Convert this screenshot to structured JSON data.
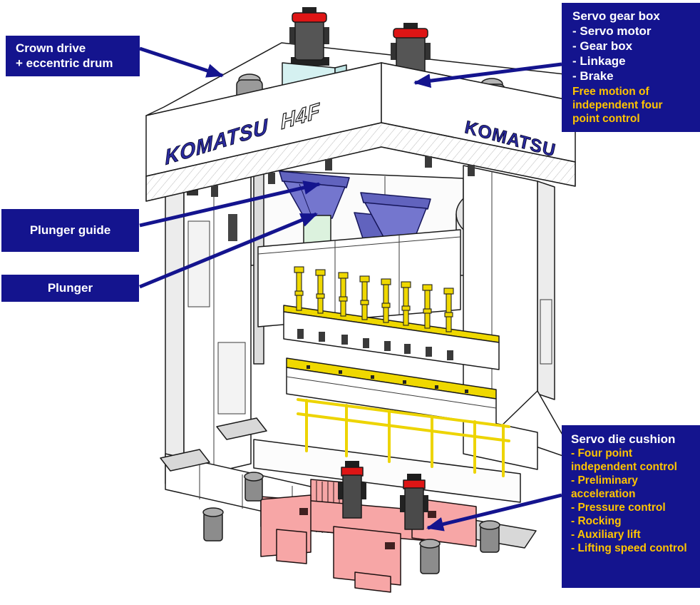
{
  "machine": {
    "logo": "KOMATSU",
    "model": "H4F",
    "logo_right": "KOMATSU"
  },
  "callouts": {
    "crown_drive": {
      "line1": "Crown drive",
      "line2": "+ eccentric drum"
    },
    "servo_gear_box": {
      "title": "Servo gear box",
      "items": [
        "- Servo motor",
        "- Gear box",
        "- Linkage",
        "- Brake"
      ],
      "note": "Free motion of independent four point control"
    },
    "plunger_guide": {
      "text": "Plunger guide"
    },
    "plunger": {
      "text": "Plunger"
    },
    "servo_die_cushion": {
      "title": "Servo die cushion",
      "items": [
        "- Four point independent control",
        "- Preliminary acceleration",
        "- Pressure control",
        "- Rocking",
        "- Auxiliary lift",
        "- Lifting speed control"
      ]
    }
  },
  "colors": {
    "label_bg": "#14148E",
    "label_text": "#FFFFFF",
    "note_text": "#FFC400",
    "arrow": "#14148E",
    "outline": "#1A1A1A",
    "body": "#FFFFFF",
    "shade": "#ECECEC",
    "gearbox": "#D5F1F1",
    "motor": "#555555",
    "motor_cap": "#DE1515",
    "guide": "#7476CE",
    "guide_dark": "#6163BE",
    "plunger": "#DCF2DE",
    "pin": "#EFD800",
    "railing": "#EDD400",
    "cushion": "#F7A6A6",
    "foot": "#8C8C8C",
    "plate": "#D8D8D8",
    "logo": "#2B2BA0"
  }
}
